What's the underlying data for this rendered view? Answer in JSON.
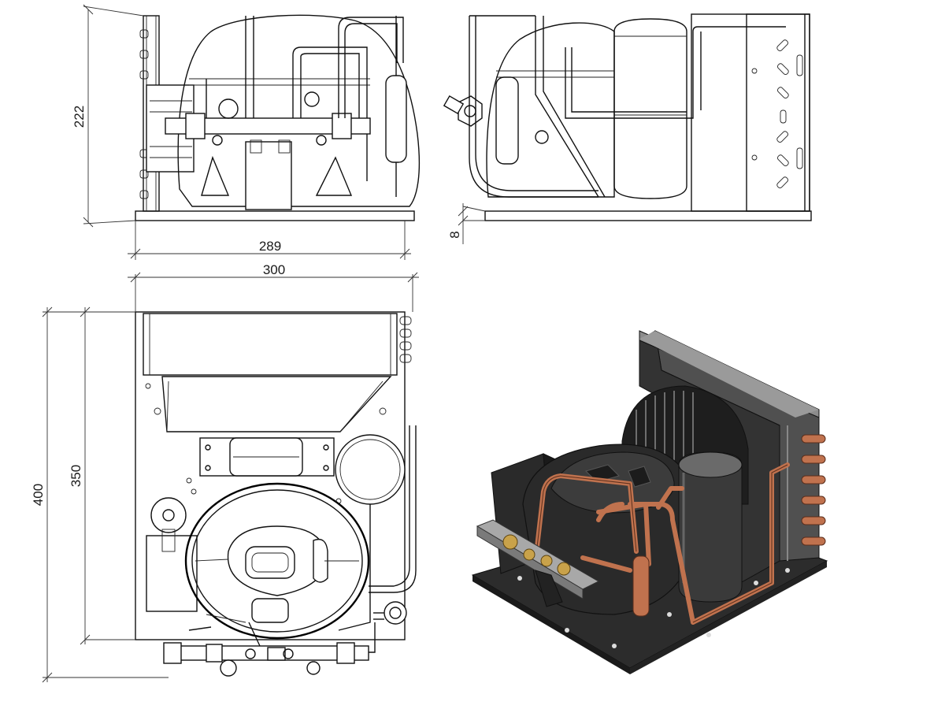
{
  "drawing": {
    "subject": "condensing-unit",
    "dimensions": {
      "front_height": "222",
      "front_width": "289",
      "base_offset": "8",
      "overall_width": "300",
      "overall_depth": "400",
      "base_depth": "350"
    },
    "colors": {
      "line": "#111111",
      "body_dark": "#2a2a2a",
      "body_mid": "#3c3c3c",
      "copper": "#c0724e",
      "brass": "#c9a24a",
      "sheet_metal": "#8c8c8c"
    }
  }
}
